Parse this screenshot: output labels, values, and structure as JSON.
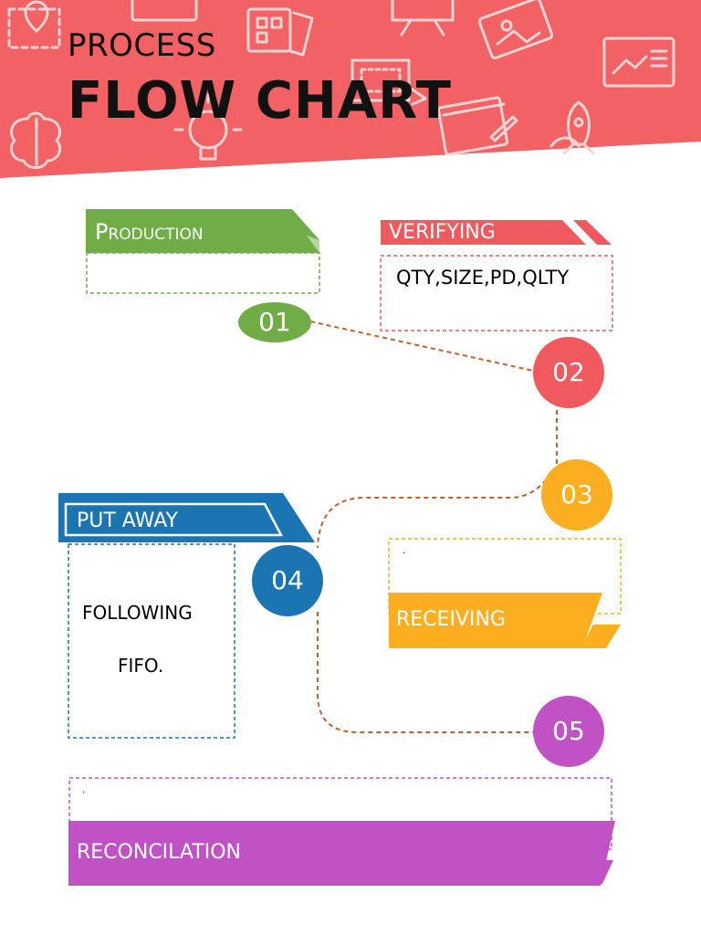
{
  "header": {
    "title_line1": "PROCESS",
    "title_line2": "FLOW CHART"
  },
  "steps": [
    {
      "number": "01",
      "label": "Production",
      "details": []
    },
    {
      "number": "02",
      "label": "VERIFYING",
      "details": [
        "QTY,SIZE,PD,QLTY"
      ]
    },
    {
      "number": "03",
      "label": "RECEIVING",
      "details": [
        "."
      ]
    },
    {
      "number": "04",
      "label": "PUT AWAY",
      "details": [
        "FOLLOWING",
        "FIFO."
      ]
    },
    {
      "number": "05",
      "label": "RECONCILATION",
      "details": [
        "."
      ]
    }
  ],
  "colors": {
    "header": "#f26163",
    "production": "#70ad47",
    "verifying": "#f05a5f",
    "receiving": "#fbae1f",
    "putaway": "#1b75b2",
    "reconcilation": "#c152c6",
    "connector": "#c0602a"
  }
}
